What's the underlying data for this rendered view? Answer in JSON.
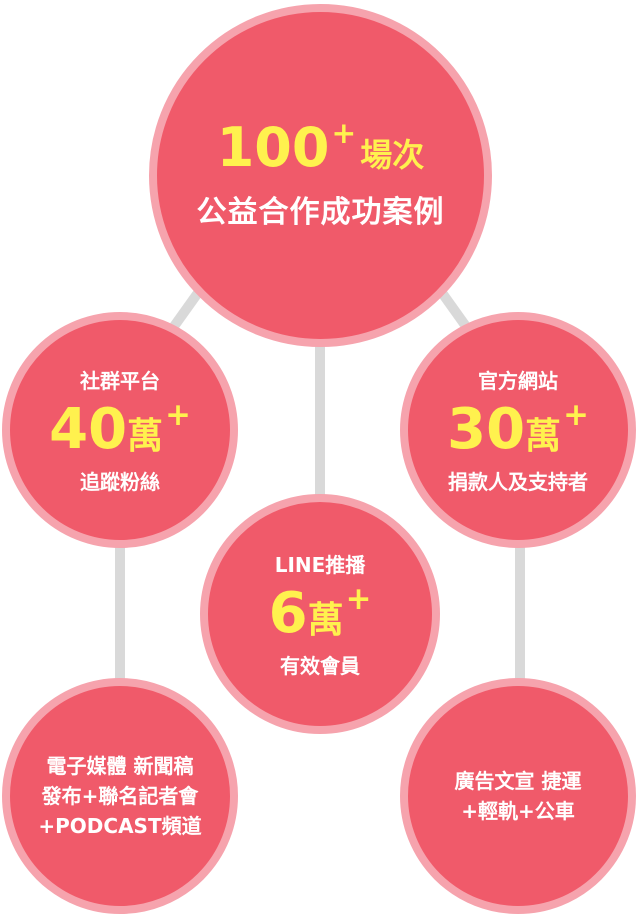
{
  "diagram": {
    "main": {
      "number": "100",
      "plus": "+",
      "unit": "場次",
      "desc": "公益合作成功案例"
    },
    "social": {
      "label": "社群平台",
      "number": "40",
      "unit": "萬",
      "plus": "+",
      "desc": "追蹤粉絲"
    },
    "website": {
      "label": "官方網站",
      "number": "30",
      "unit": "萬",
      "plus": "+",
      "desc": "捐款人及支持者"
    },
    "line": {
      "label": "LINE推播",
      "number": "6",
      "unit": "萬",
      "plus": "+",
      "desc": "有效會員"
    },
    "media": {
      "lines": [
        "電子媒體 新聞稿",
        "發布+聯名記者會",
        "+PODCAST頻道"
      ]
    },
    "ads": {
      "lines": [
        "廣告文宣 捷運",
        "+輕軌+公車"
      ]
    },
    "colors": {
      "circle_fill": "#f05a6a",
      "circle_border": "#f6a3ad",
      "highlight": "#fff14e",
      "connector": "#d9d9d9"
    }
  }
}
